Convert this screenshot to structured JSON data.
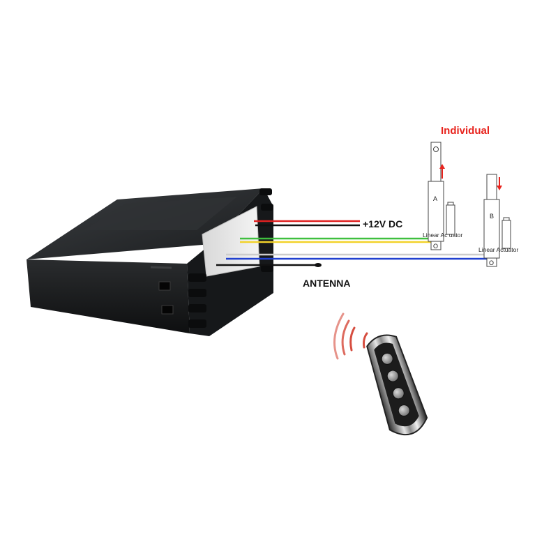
{
  "title": "Individual",
  "power_label": "+12V DC",
  "antenna_label": "ANTENNA",
  "actuators": [
    {
      "letter": "A",
      "label": "Linear Ac uator",
      "bottom_mark": "O",
      "direction": "up"
    },
    {
      "letter": "B",
      "label": "Linear Actuator",
      "bottom_mark": "O",
      "direction": "down"
    }
  ],
  "wire_colors": {
    "red": "#e02020",
    "black": "#111111",
    "green": "#3fbf3f",
    "yellow": "#f2d22a",
    "white": "#cccccc",
    "blue": "#2040d0"
  },
  "accent_colors": {
    "title": "#e8231d",
    "arrow": "#e8231d"
  }
}
